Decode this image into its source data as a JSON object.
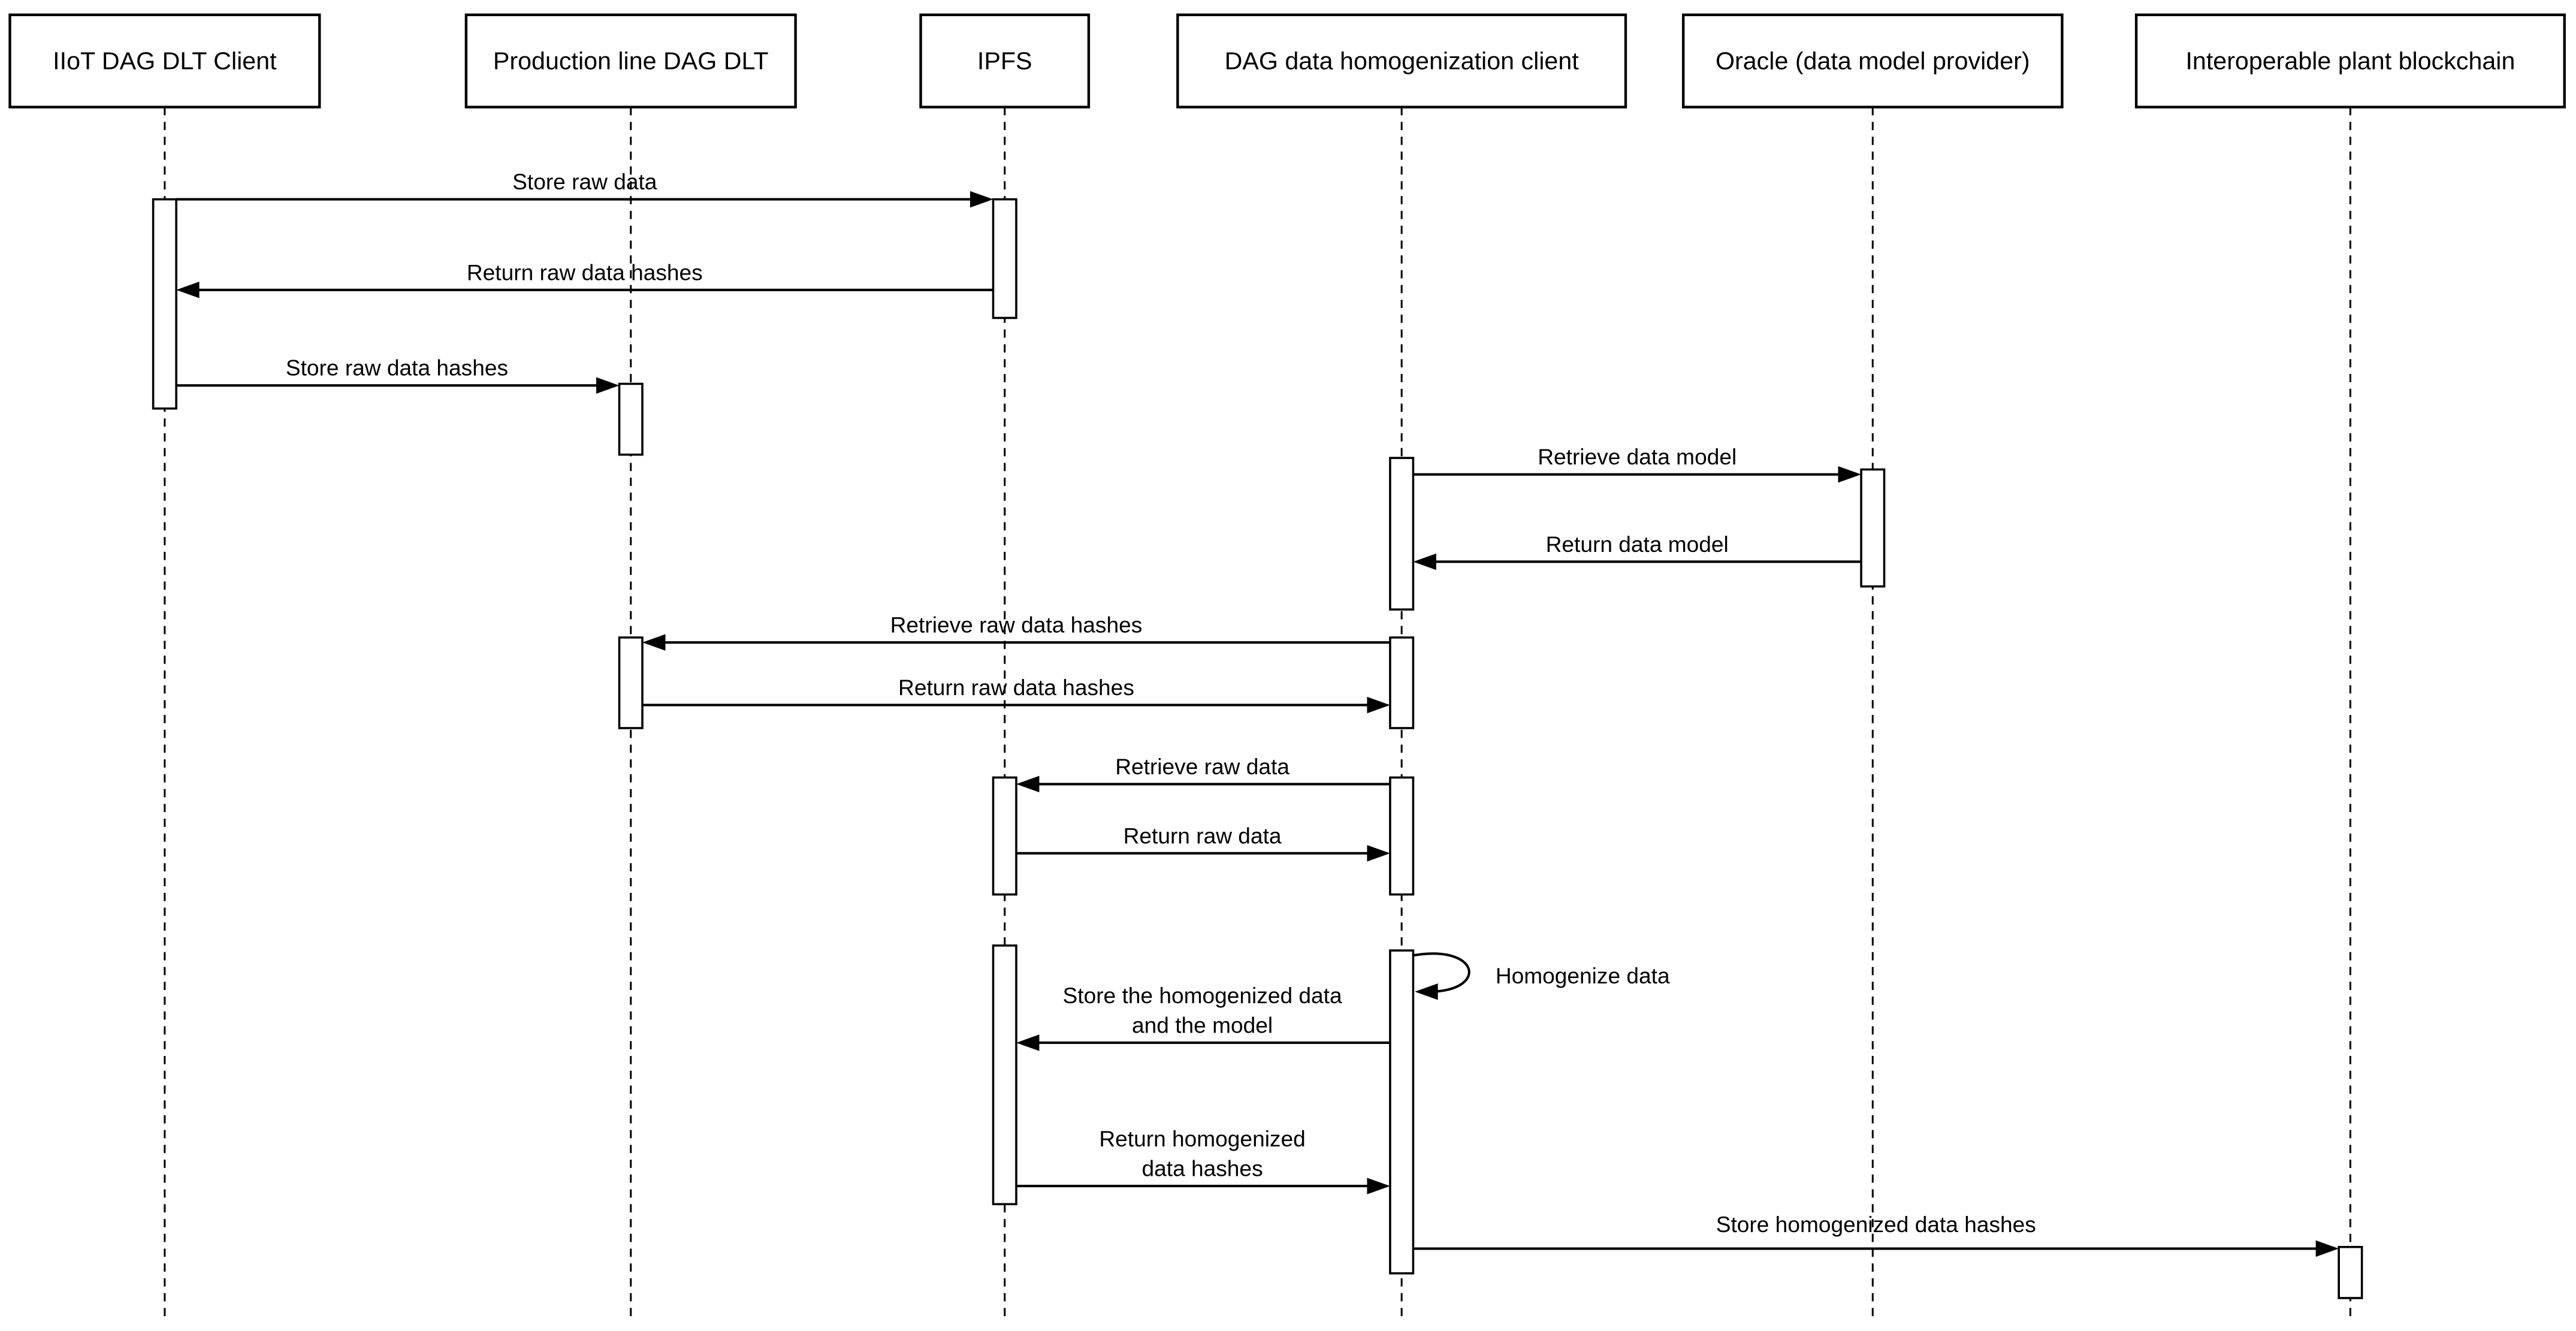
{
  "diagram": {
    "type": "uml-sequence-diagram"
  },
  "colors": {
    "stroke": "#000000",
    "muted_line": "#8c8c8c",
    "background": "#ffffff"
  },
  "lifelines": {
    "iiot": {
      "label": "IIoT DAG DLT Client"
    },
    "production": {
      "label": "Production line DAG DLT"
    },
    "ipfs": {
      "label": "IPFS"
    },
    "dag": {
      "label": "DAG data homogenization client"
    },
    "oracle": {
      "label": "Oracle (data model provider)"
    },
    "interop": {
      "label": "Interoperable plant blockchain"
    }
  },
  "messages": {
    "store_raw_data": {
      "label": "Store raw data",
      "from": "IIoT DAG DLT Client",
      "to": "IPFS"
    },
    "return_raw_data_hashes": {
      "label": "Return raw data hashes",
      "from": "IPFS",
      "to": "IIoT DAG DLT Client"
    },
    "store_raw_data_hashes": {
      "label": "Store raw data hashes",
      "from": "IIoT DAG DLT Client",
      "to": "Production line DAG DLT"
    },
    "retrieve_data_model": {
      "label": "Retrieve data model",
      "from": "DAG data homogenization client",
      "to": "Oracle (data model provider)"
    },
    "return_data_model": {
      "label": "Return data model",
      "from": "Oracle (data model provider)",
      "to": "DAG data homogenization client"
    },
    "retrieve_raw_data_hashes": {
      "label": "Retrieve raw data hashes",
      "from": "DAG data homogenization client",
      "to": "Production line DAG DLT"
    },
    "return_raw_data_hashes_2": {
      "label": "Return raw data hashes",
      "from": "Production line DAG DLT",
      "to": "DAG data homogenization client"
    },
    "retrieve_raw_data": {
      "label": "Retrieve raw data",
      "from": "DAG data homogenization client",
      "to": "IPFS"
    },
    "return_raw_data": {
      "label": "Return raw data",
      "from": "IPFS",
      "to": "DAG data homogenization client"
    },
    "homogenize_data": {
      "label": "Homogenize data",
      "from": "DAG data homogenization client",
      "to": "DAG data homogenization client"
    },
    "store_homogenized": {
      "line1": "Store the homogenized data",
      "line2": "and the model",
      "from": "DAG data homogenization client",
      "to": "IPFS"
    },
    "return_homogenized": {
      "line1": "Return homogenized",
      "line2": "data hashes",
      "from": "IPFS",
      "to": "DAG data homogenization client"
    },
    "store_homogenized_hashes": {
      "label": "Store homogenized data hashes",
      "from": "DAG data homogenization client",
      "to": "Interoperable plant blockchain"
    }
  }
}
